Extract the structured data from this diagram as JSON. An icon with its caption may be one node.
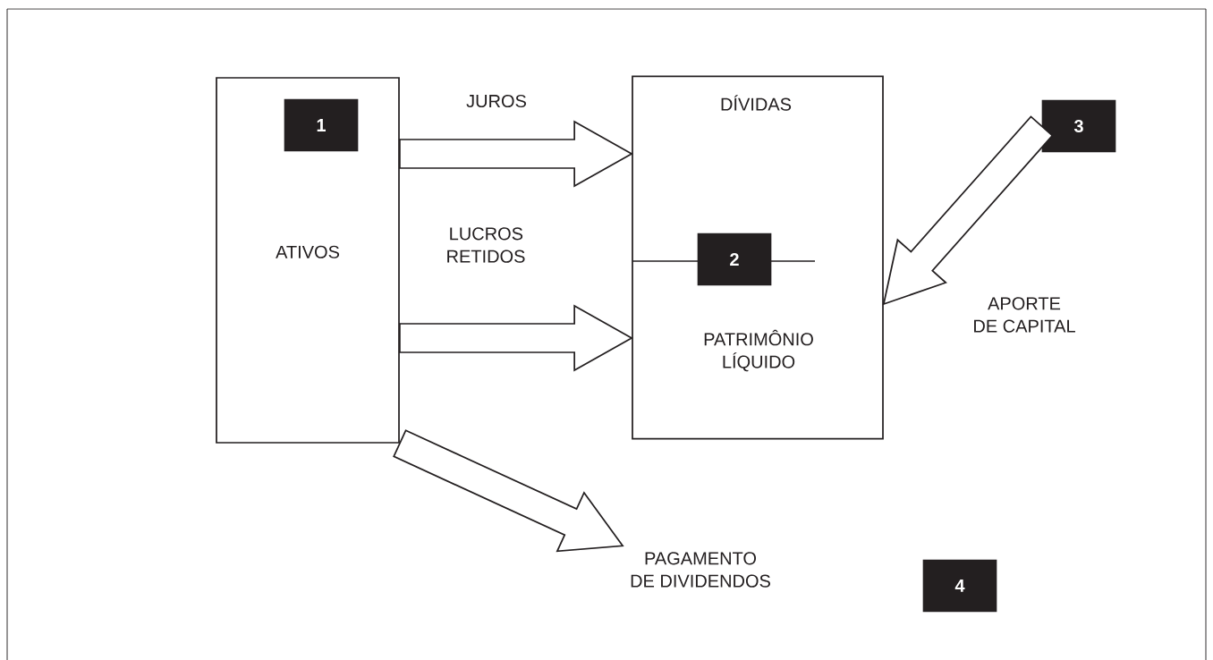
{
  "diagram": {
    "nodes": [
      {
        "text": [
          "ATIVOS"
        ]
      },
      {
        "text": [
          "1"
        ],
        "in": 0
      },
      {
        "text": [
          "DÍVIDAS",
          "PATRIMÔNIO LÍQUIDO"
        ]
      },
      {
        "text": [
          "2"
        ],
        "in": 2
      },
      {
        "text": [
          "3"
        ]
      },
      {
        "text": [
          "PAGAMENTO DE DIVIDENDOS"
        ]
      },
      {
        "text": [
          "4"
        ]
      }
    ],
    "edges": [
      {
        "from": 0,
        "to": 2,
        "arrow": "to",
        "label": "JUROS"
      },
      {
        "from": 0,
        "to": 2,
        "arrow": "to",
        "label": "LUCROS RETIDOS"
      },
      {
        "from": 4,
        "to": 2,
        "arrow": "to",
        "label": "APORTE DE CAPITAL"
      },
      {
        "from": 0,
        "to": 5,
        "arrow": "to"
      }
    ]
  }
}
